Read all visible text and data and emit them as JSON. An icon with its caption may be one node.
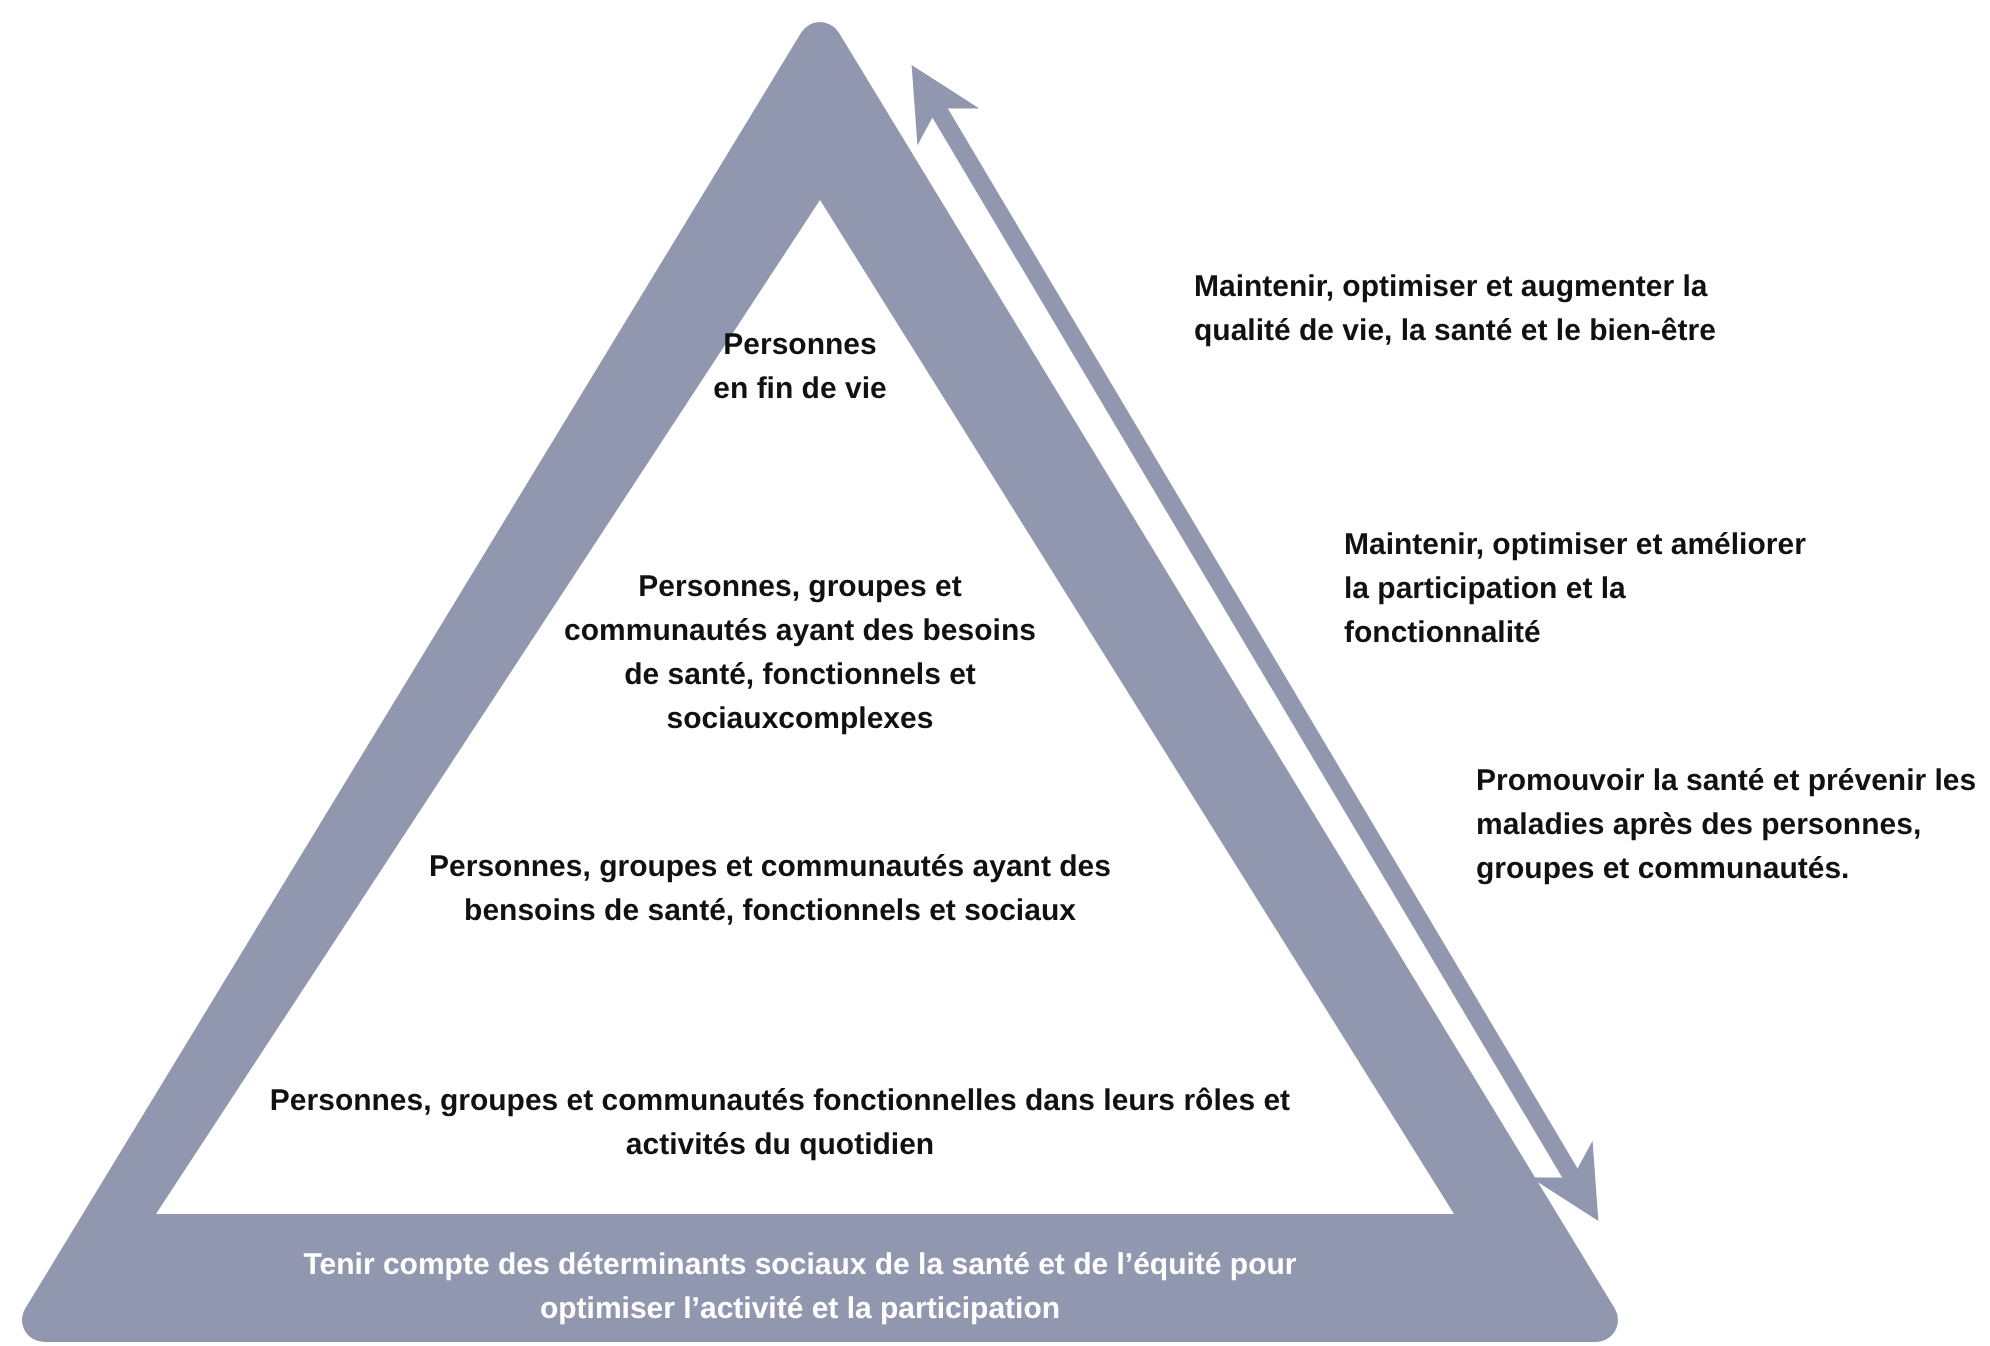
{
  "diagram": {
    "nodes": [
      {
        "text": [
          "Tenir compte des déterminants sociaux de la santé et de l’équité pour optimiser l’activité et la participation"
        ]
      }
    ],
    "labels": [
      "Personnes en fin de vie",
      "Personnes, groupes et communautés ayant des besoins de santé, fonctionnels et sociauxcomplexes",
      "Personnes, groupes et communautés ayant des bensoins de santé, fonctionnels et sociaux",
      "Personnes, groupes et communautés fonctionnelles dans leurs rôles et activités du quotidien",
      "Maintenir, optimiser et augmenter la qualité de vie, la santé et le bien-être",
      "Maintenir, optimiser et améliorer la participation et la fonctionnalité",
      "Promouvoir la santé et prévenir les maladies après des personnes, groupes et communautés."
    ]
  }
}
